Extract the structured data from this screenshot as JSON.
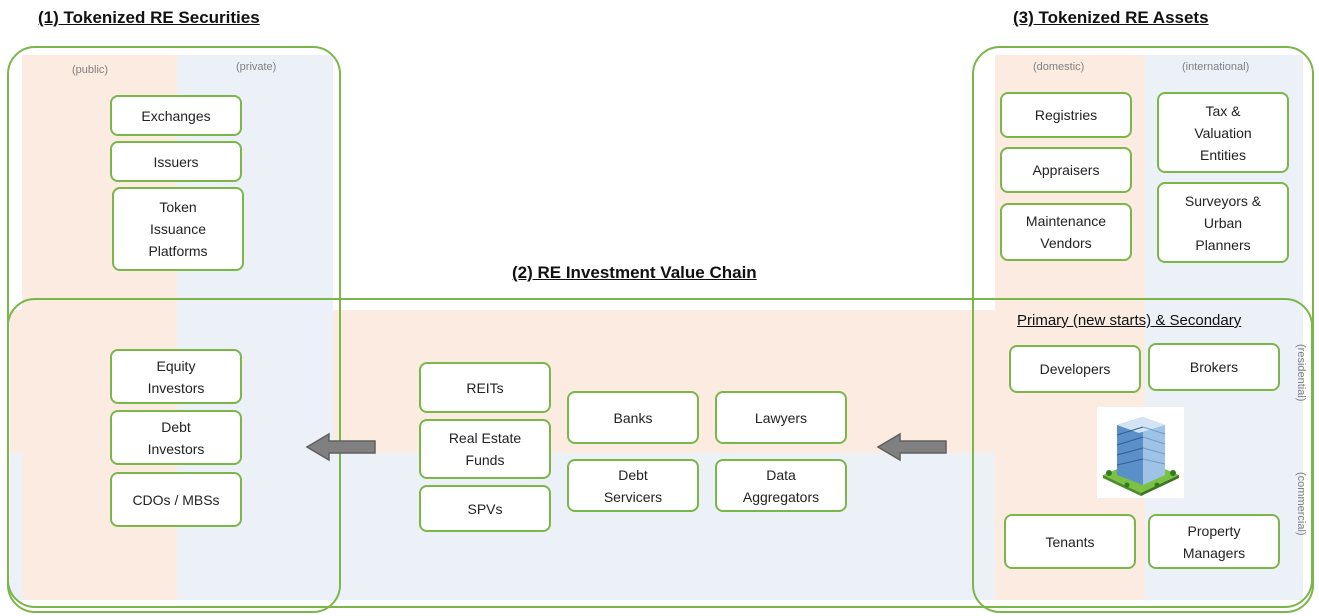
{
  "titles": {
    "securities": "(1) Tokenized RE Securities",
    "value_chain": "(2) RE Investment Value Chain",
    "assets": "(3) Tokenized RE Assets"
  },
  "securities": {
    "public_label": "(public)",
    "private_label": "(private)",
    "items": [
      "Exchanges",
      "Issuers",
      "Token\nIssuance\nPlatforms"
    ]
  },
  "investors": [
    "Equity\nInvestors",
    "Debt\nInvestors",
    "CDOs / MBSs"
  ],
  "funds": [
    "REITs",
    "Real Estate\nFunds",
    "SPVs"
  ],
  "services": [
    "Banks",
    "Lawyers",
    "Debt\nServicers",
    "Data\nAggregators"
  ],
  "assets": {
    "domestic_label": "(domestic)",
    "international_label": "(international)",
    "domestic_items": [
      "Registries",
      "Appraisers",
      "Maintenance\nVendors"
    ],
    "international_items": [
      "Tax &\nValuation\nEntities",
      "Surveyors &\nUrban\nPlanners"
    ]
  },
  "market": {
    "heading": "Primary (new starts) & Secondary",
    "residential_label": "(residential)",
    "commercial_label": "(commercial)",
    "top_items": [
      "Developers",
      "Brokers"
    ],
    "bottom_items": [
      "Tenants",
      "Property\nManagers"
    ],
    "building_icon": "office-building-icon"
  },
  "colors": {
    "frame": "#7ab648",
    "public_shade": "#fbe4d5",
    "private_shade": "#dfe8f3",
    "arrow": "#808080"
  }
}
